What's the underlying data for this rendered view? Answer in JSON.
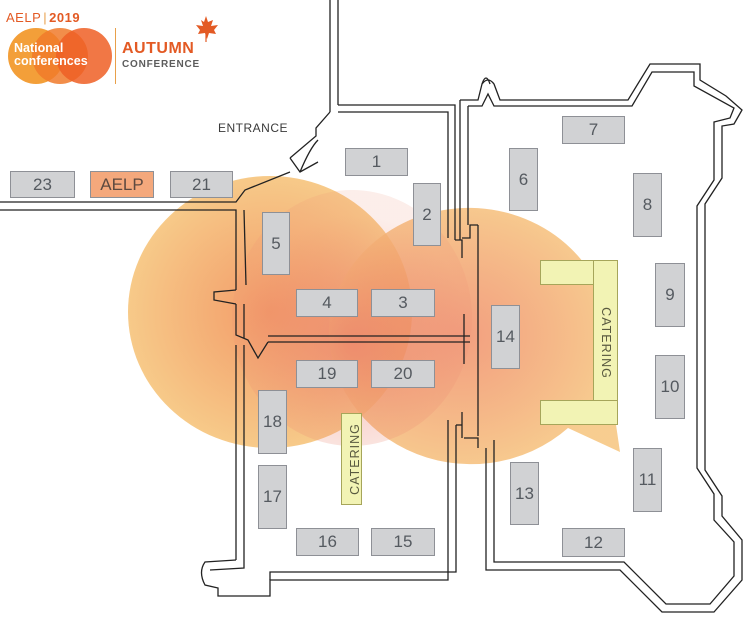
{
  "header": {
    "event_label": "AELP",
    "year": "2019",
    "logo_line1": "National",
    "logo_line2": "conferences",
    "autumn": "AUTUMN",
    "conference": "CONFERENCE"
  },
  "entrance_label": "ENTRANCE",
  "catering_label": "CATERING",
  "booths": {
    "b1": "1",
    "b2": "2",
    "b3": "3",
    "b4": "4",
    "b5": "5",
    "b6": "6",
    "b7": "7",
    "b8": "8",
    "b9": "9",
    "b10": "10",
    "b11": "11",
    "b12": "12",
    "b13": "13",
    "b14": "14",
    "b15": "15",
    "b16": "16",
    "b17": "17",
    "b18": "18",
    "b19": "19",
    "b20": "20",
    "b21": "21",
    "b23": "23",
    "aelp": "AELP"
  },
  "colors": {
    "booth_fill": "#d1d2d4",
    "aelp_booth_fill": "#f4a87c",
    "catering_fill": "#f2f3b4",
    "brand_orange": "#e35a24"
  }
}
